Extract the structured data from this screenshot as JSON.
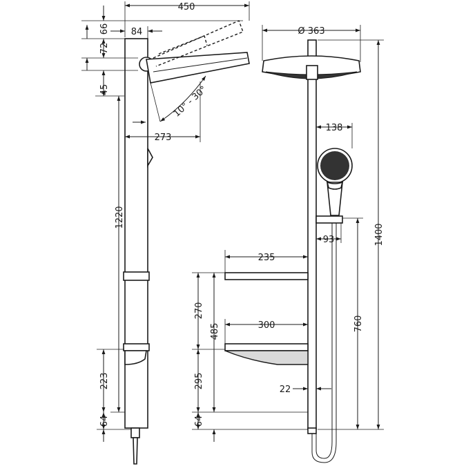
{
  "dimensions": {
    "d450": "450",
    "d66": "66",
    "d84": "84",
    "d72": "72",
    "d45": "45",
    "angle": "10° - 30°",
    "d273": "273",
    "d1220": "1220",
    "d223": "223",
    "d64_left": "64",
    "dia363": "Ø 363",
    "d138": "138",
    "d93": "93",
    "d1400": "1400",
    "d760": "760",
    "d235": "235",
    "d270": "270",
    "d485": "485",
    "d300": "300",
    "d295": "295",
    "d64_mid": "64",
    "d22": "22"
  },
  "colors": {
    "line": "#1a1a1a",
    "background": "#ffffff",
    "fill_grey": "#d9d9d9",
    "nozzle_dark": "#333333"
  }
}
